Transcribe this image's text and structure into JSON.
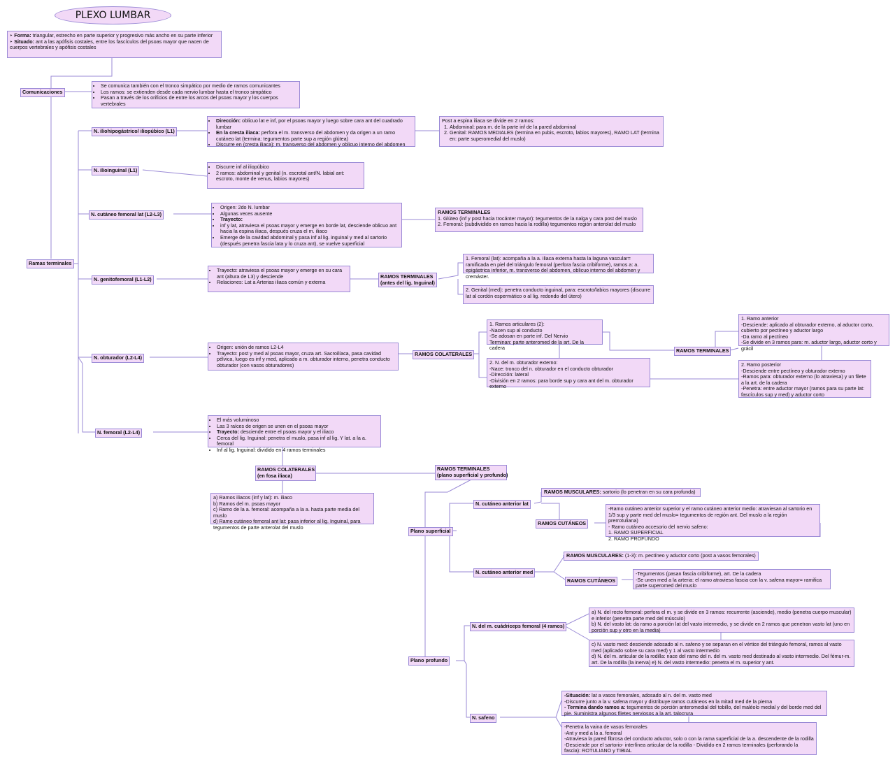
{
  "title": "PLEXO LUMBAR",
  "intro": [
    {
      "bold": "Forma:",
      "text": " triangular, estrecho en parte superior y progresivo más ancho en su parte inferior"
    },
    {
      "bold": "Situado:",
      "text": " ant a las apófisis costales, entre los fascículos del psoas mayor que nacen de cuerpos vertebrales y apófisis costales"
    }
  ],
  "comunicaciones": {
    "label": "Comunicaciones",
    "items": [
      "Se comunica también con el tronco simpático por medio de ramos comunicantes",
      "Los ramos: se extienden desde cada nervio lumbar hasta el tronco simpático",
      "Pasan a través de los orificios de entre los arcos del psoas mayor y los cuerpos vertebrales"
    ]
  },
  "ramas_label": "Ramas terminales",
  "iliohipogastrico": {
    "label": "N. iliohipogástrico/ iliopúbico (L1)",
    "items": [
      {
        "bold": "Dirección:",
        "text": " oblicuo lat e inf, por el psoas mayor y luego sobre cara ant del cuadrado lumbar"
      },
      {
        "bold": "En la cresta iliaca:",
        "text": " perfora el m. transverso del abdomen y da origen a un ramo cutáneo lat (termina: tegumentos parte sup a región glútea)"
      },
      {
        "bold": "",
        "text": "Discurre en (cresta iliaca): m. transverso del abdomen y oblicuo interno del abdomen"
      }
    ],
    "post_intro": "Post a espina iliaca se divide en 2 ramos:",
    "post_items": [
      "Abdominal: para m. de la parte inf de la pared abdominal",
      "Genital: RAMOS MEDIALES (termina en pubis, escroto, labios mayores), RAMO LAT (termina en: parte superomedial del muslo)"
    ]
  },
  "ilioinguinal": {
    "label": "N. ilioinguinal (L1)",
    "items": [
      "Discurre inf al iliopúbico",
      "2 ramos: abdominal y genital (n. escrotal ant/N. labial ant: escroto, monte de venus, labios mayores)"
    ]
  },
  "cutaneo_lat": {
    "label": "N. cutáneo femoral lat (L2-L3)",
    "items": [
      {
        "bold": "",
        "text": "Origen: 2do N. lumbar"
      },
      {
        "bold": "",
        "text": "Algunas veces ausente"
      },
      {
        "bold": "Trayecto:",
        "text": ""
      },
      {
        "bold": "",
        "text": "inf y lat, atraviesa el psoas mayor y emerge en borde lat, desciende oblicuo ant hacia la espina iliaca, después cruza el m. iliaco"
      },
      {
        "bold": "",
        "text": " Emerge de la cavidad abdominal y pasa inf al lig. inguinal y med al sartorio (después penetra fascia lata y lo cruza ant), se vuelve superficial"
      }
    ],
    "term_title": "RAMOS TERMINALES",
    "term_items": [
      "1. Glúteo (inf y post hacia trocánter mayor): tegumentos de la nalga y cara post del muslo",
      "2. Femoral: (subdividido en ramos hacia la rodilla) tegumentos región anterolat del muslo"
    ]
  },
  "genitofemoral": {
    "label": "N. genitofemoral (L1-L2)",
    "items": [
      " Trayecto: atraviesa el psoas mayor y emerge en su cara ant (altura de L3) y desciende",
      "Relaciones: Lat a Arterias iliaca común y externa"
    ],
    "term_label_1": "RAMOS TERMINALES",
    "term_label_2": "(antes del lig. Inguinal)",
    "femoral": " 1. Femoral (lat): acompaña a la a. iliaca externa hasta la laguna vascular= ramificada en piel del triángulo femoral (perfora fascia cribiforme), ramos a: a. epigástrica inferior, m. transverso del abdomen, oblicuo interno del abdomen y cremáster.",
    "genital": "2. Genital (med): penetra conducto inguinal, para: escroto/labios mayores (discurre lat al cordón espermático o al lig. redondo del útero)"
  },
  "obturador": {
    "label": "N. obturador (L2-L4)",
    "items": [
      "Origen: unión de ramos L2-L4",
      "Trayecto: post y med al psoas mayor, cruza art. Sacroilíaca, pasa cavidad pélvica, luego es inf y med, aplicado a m. obturador interno, penetra conducto obturador (con vasos obturadores)"
    ],
    "col_label": "RAMOS COLATERALES",
    "articulares": [
      "1. Ramos articulares (2):",
      "-Nacen sup al conducto",
      "-Se adosan en parte inf. Del Nervio",
      "Terminan: parte anteromed de la art. De la cadera"
    ],
    "externo": [
      "2. N. del m. obturador externo:",
      "-Nace: tronco del n. obturador en el conducto obturador",
      "-Dirección: lateral",
      "-División en 2 ramos: para borde sup y cara ant del m. obturador externo"
    ],
    "term_label": "RAMOS TERMINALES",
    "anterior": [
      "1. Ramo anterior",
      "-Desciende: aplicado al obturador externo, al aductor corto, cubierto por pectíneo y aductor largo",
      "-Da ramo al pectíneo",
      "-Se divide en 3 ramos para: m. aductor largo, aductor corto y grácil"
    ],
    "posterior": [
      "2. Ramo posterior",
      " -Desciende entre pectíneo y obturador externo",
      "-Ramos para: obturador externo (lo atraviesa) y un filete a la art. de la cadera",
      "-Penetra: entre aductor mayor (ramos para su parte lat: fascículos sup y med) y aductor corto"
    ]
  },
  "femoral": {
    "label": "N. femoral (L2-L4)",
    "items": [
      {
        "bold": "",
        "text": "El más voluminoso"
      },
      {
        "bold": "",
        "text": "Las 3 raíces de origen se unen en el psoas mayor"
      },
      {
        "bold": "Trayecto:",
        "text": " desciende entre el psoas mayor y el iliaco"
      },
      {
        "bold": "",
        "text": "Cerca del lig. Inguinal: penetra el muslo, pasa inf al lig. Y lat. a la a. femoral"
      },
      {
        "bold": "",
        "text": "Inf al lig. Inguinal: dividido en 4 ramos terminales"
      }
    ],
    "col_label_1": "RAMOS COLATERALES",
    "col_label_2": "(en fosa iliaca)",
    "col_items": [
      "a) Ramos iliacos (inf y lat): m. iliaco",
      "b) Ramos del m. psoas mayor",
      "c) Ramo de la a. femoral: acompaña a la a. hasta parte media del muslo",
      "d) Ramo cutáneo femoral ant lat: pasa inferior al lig. Inguinal, para tegumentos de parte anterolat del muslo"
    ],
    "term_label_1": "RAMOS TERMINALES",
    "term_label_2": "(plano superficial y profundo)"
  },
  "superficial": {
    "label": "Plano superficial",
    "cut_ant_lat": "N. cutáneo anterior lat",
    "musc_lat_bold": "RAMOS MUSCULARES:",
    "musc_lat_text": " sartorio (lo penetran en su cara profunda)",
    "cutaneos_label": "RAMOS CUTÁNEOS",
    "cut_lat_items": [
      "-Ramo cutáneo anterior superior y el ramo cutáneo anterior medio: atraviesan al sartorio en 1/3 sup y parte med del muslo= tegumentos de región ant. Del muslo a la región prerrotuliana)",
      "- Ramo cutáneo accesorio del nervio safeno:",
      "1. RAMO SUPERFICIAL",
      "2. RAMO PROFUNDO"
    ],
    "cut_ant_med": "N. cutáneo anterior med",
    "musc_med_bold": "RAMOS MUSCULARES:",
    "musc_med_text": " (1-3): m. pectíneo y aductor corto (post a vasos femorales)",
    "cutaneos_med_label": "RAMOS CUTÁNEOS",
    "cut_med_items": [
      "-Tegumentos (pasan fascia cribiforme), art. De la cadera",
      "-Se unen med a la arteria: el ramo atraviesa fascia con la v. safena mayor= ramifica parte superomed del muslo"
    ]
  },
  "profundo": {
    "label": "Plano profundo",
    "cuadriceps": "N. del m. cuádriceps femoral (4 ramos)",
    "cuad_1": [
      "a) N. del recto femoral: perfora el m. y se divide en 3 ramos: recurrente (asciende), medio (penetra cuerpo muscular) e inferior (penetra parte med del músculo)",
      "b) N. del vasto lat: da ramo a porción lat del vasto intermedio, y se divide en 2 ramos que penetran vasto lat (uno en porción sup y otro en la media)"
    ],
    "cuad_2": [
      "c) N. vasto med: desciende adosado al n. safeno y se separan en el vértice del triángulo femoral, ramos al vasto med (aplicado sobre su cara med) y 1 al vasto intermedio",
      "d) N. del m. articular de la rodilla: nace del ramo del n. del m. vasto med destinado al vasto intermedio. Del fémur-m. art. De la rodilla (la inerva) e) N. del vasto intermedio: penetra el m. superior y ant."
    ],
    "safeno": "N. safeno",
    "saf_1": [
      {
        "bold": "-Situación:",
        "text": " lat a vasos femorales, adosado al n. del m. vasto med"
      },
      {
        "bold": "",
        "text": "-Discurre junto a la v. safena mayor y distribuye ramos cutáneos en la mitad med de la pierna"
      },
      {
        "bold": "- Termina dando ramos a:",
        "text": " tegumentos de porción anteromedial del tobillo, del maléolo medial y del borde med del pie. Suministra algunos filetes nerviosos a la art. talocrura"
      }
    ],
    "saf_2": [
      "-Penetra la vaina de vasos femorales",
      "-Ant y med a la a. femoral",
      " -Atraviesa la pared fibrosa del conducto aductor, solo o con la rama superficial de la a. descendente de la rodilla",
      "-Desciende por el sartorio- interlínea articular de la rodilla - Dividido en 2 ramos terminales (perforando la fascia): ROTULIANO y TIBIAL"
    ]
  }
}
